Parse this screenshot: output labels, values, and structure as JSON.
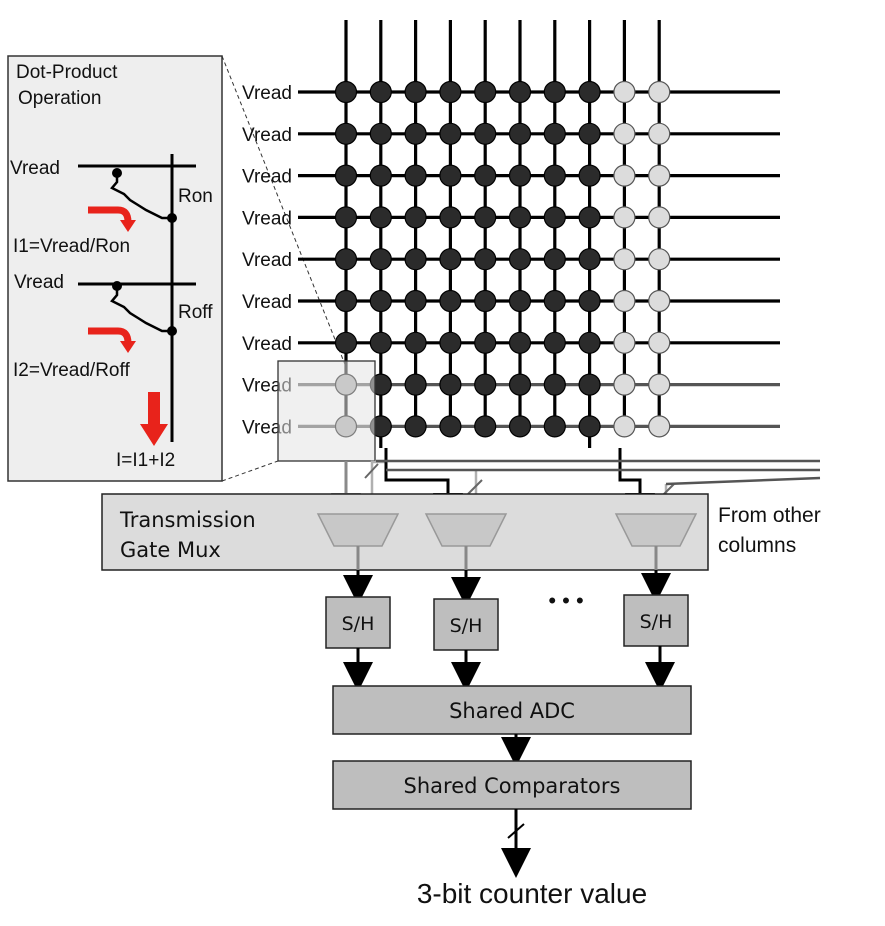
{
  "inset": {
    "title_line1": "Dot-Product",
    "title_line2": "Operation",
    "vread_top": "Vread",
    "vread_bottom": "Vread",
    "ron": "Ron",
    "roff": "Roff",
    "i1": "I1=Vread/Ron",
    "i2": "I2=Vread/Roff",
    "isum": "I=I1+I2"
  },
  "array": {
    "rows": 9,
    "columns": 10,
    "row_label": "Vread",
    "highlighted_columns": [
      9,
      10
    ],
    "faded_rows": [
      8,
      9
    ]
  },
  "mux": {
    "label_line1": "Transmission",
    "label_line2": "Gate Mux",
    "side_line1": "From other",
    "side_line2": "columns"
  },
  "sample_hold": {
    "label": "S/H",
    "ellipsis": "• • •"
  },
  "adc": {
    "label": "Shared ADC"
  },
  "comparators": {
    "label": "Shared Comparators"
  },
  "output": {
    "label": "3-bit counter value"
  },
  "colors": {
    "node_dark": "#2b2b2b",
    "node_light": "#dcdcdc",
    "box_fill": "#bebebe",
    "mux_fill": "#dcdcdc",
    "inset_fill": "#eeeeee",
    "arrow_red": "#e8231b"
  }
}
